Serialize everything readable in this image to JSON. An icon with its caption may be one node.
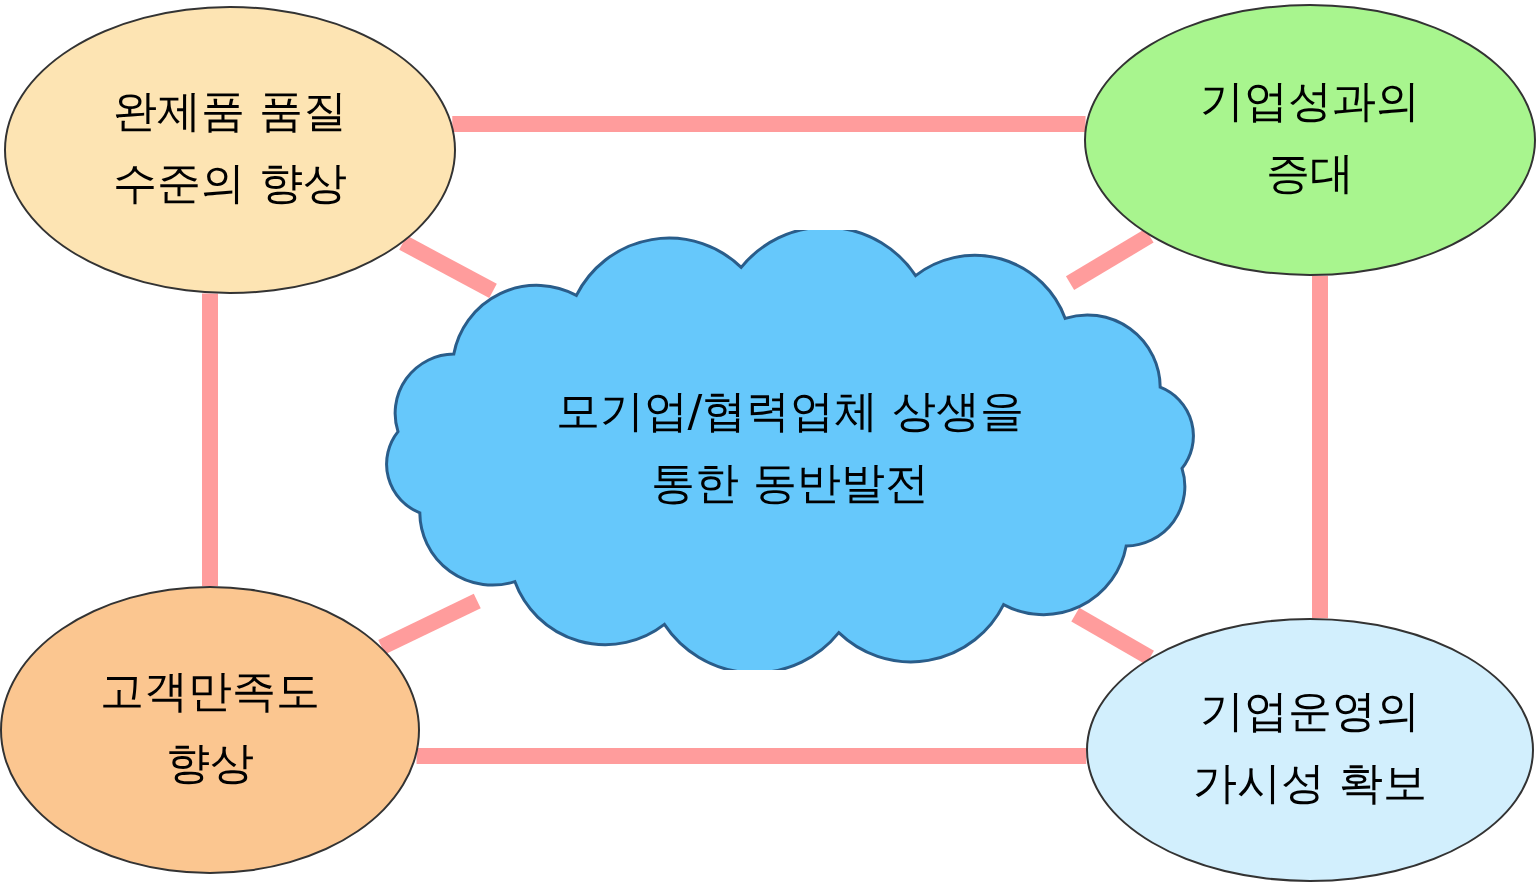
{
  "diagram": {
    "nodes": [
      {
        "text": [
          "완제품 품질 수준의 향상"
        ]
      },
      {
        "text": [
          "기업성과의 증대"
        ]
      },
      {
        "text": [
          "고객만족도 향상"
        ]
      },
      {
        "text": [
          "기업운영의 가시성 확보"
        ]
      },
      {
        "text": [
          "모기업/협력업체 상생을 통한 동반발전"
        ]
      }
    ],
    "edges": [
      {
        "from": 0,
        "to": 1,
        "arrow": "none"
      },
      {
        "from": 0,
        "to": 2,
        "arrow": "none"
      },
      {
        "from": 1,
        "to": 3,
        "arrow": "none"
      },
      {
        "from": 2,
        "to": 3,
        "arrow": "none"
      },
      {
        "from": 0,
        "to": 4,
        "arrow": "none"
      },
      {
        "from": 1,
        "to": 4,
        "arrow": "none"
      },
      {
        "from": 2,
        "to": 4,
        "arrow": "none"
      },
      {
        "from": 3,
        "to": 4,
        "arrow": "none"
      }
    ]
  }
}
